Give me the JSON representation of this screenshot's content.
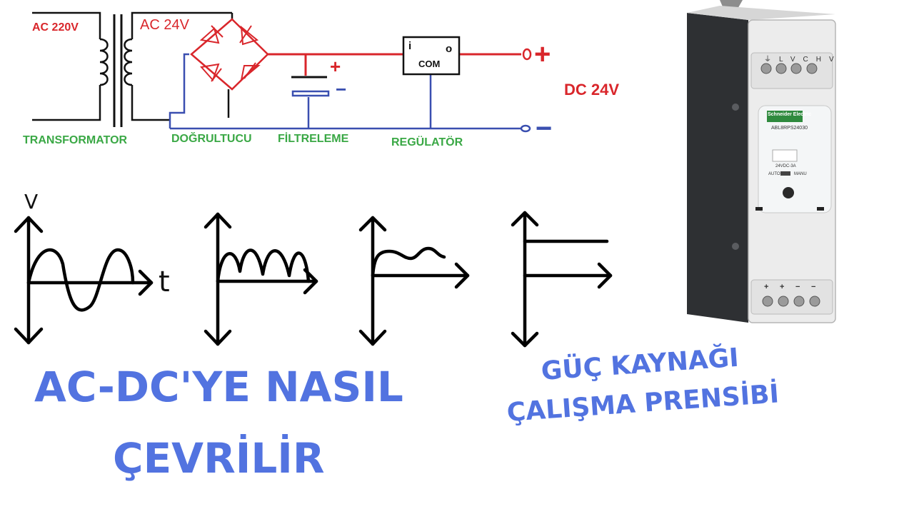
{
  "circuit": {
    "ac_input": "AC 220V",
    "ac_secondary": "AC 24V",
    "stage_labels": [
      "TRANSFORMATOR",
      "DOĞRULTUCU",
      "FİLTRELEME",
      "REGÜLATÖR"
    ],
    "regulator_pins": {
      "in": "i",
      "out": "o",
      "common": "COM"
    },
    "capacitor_plus": "+",
    "capacitor_minus": "−",
    "output_plus": "+",
    "output_minus": "−",
    "output_voltage": "DC 24V"
  },
  "waveforms": {
    "voltage_axis": "V",
    "time_axis": "t"
  },
  "device": {
    "brand": "Schneider Electric",
    "model": "ABL8RPS24030",
    "terminals_top": [
      "⏚",
      "LV",
      "C",
      "HV"
    ],
    "rating": "24VDC-3A",
    "mode_left": "AUTO",
    "mode_right": "MANU",
    "terminals_bottom": [
      "+",
      "+",
      "−",
      "−"
    ]
  },
  "titles": {
    "main_line1": "AC-DC'YE NASIL",
    "main_line2": "ÇEVRİLİR",
    "sub_line1": "GÜÇ KAYNAĞI",
    "sub_line2": "ÇALIŞMA PRENSİBİ"
  },
  "colors": {
    "red": "#d9262b",
    "blue": "#3a4fb0",
    "green": "#3aa845",
    "title_blue": "#5273e0"
  }
}
